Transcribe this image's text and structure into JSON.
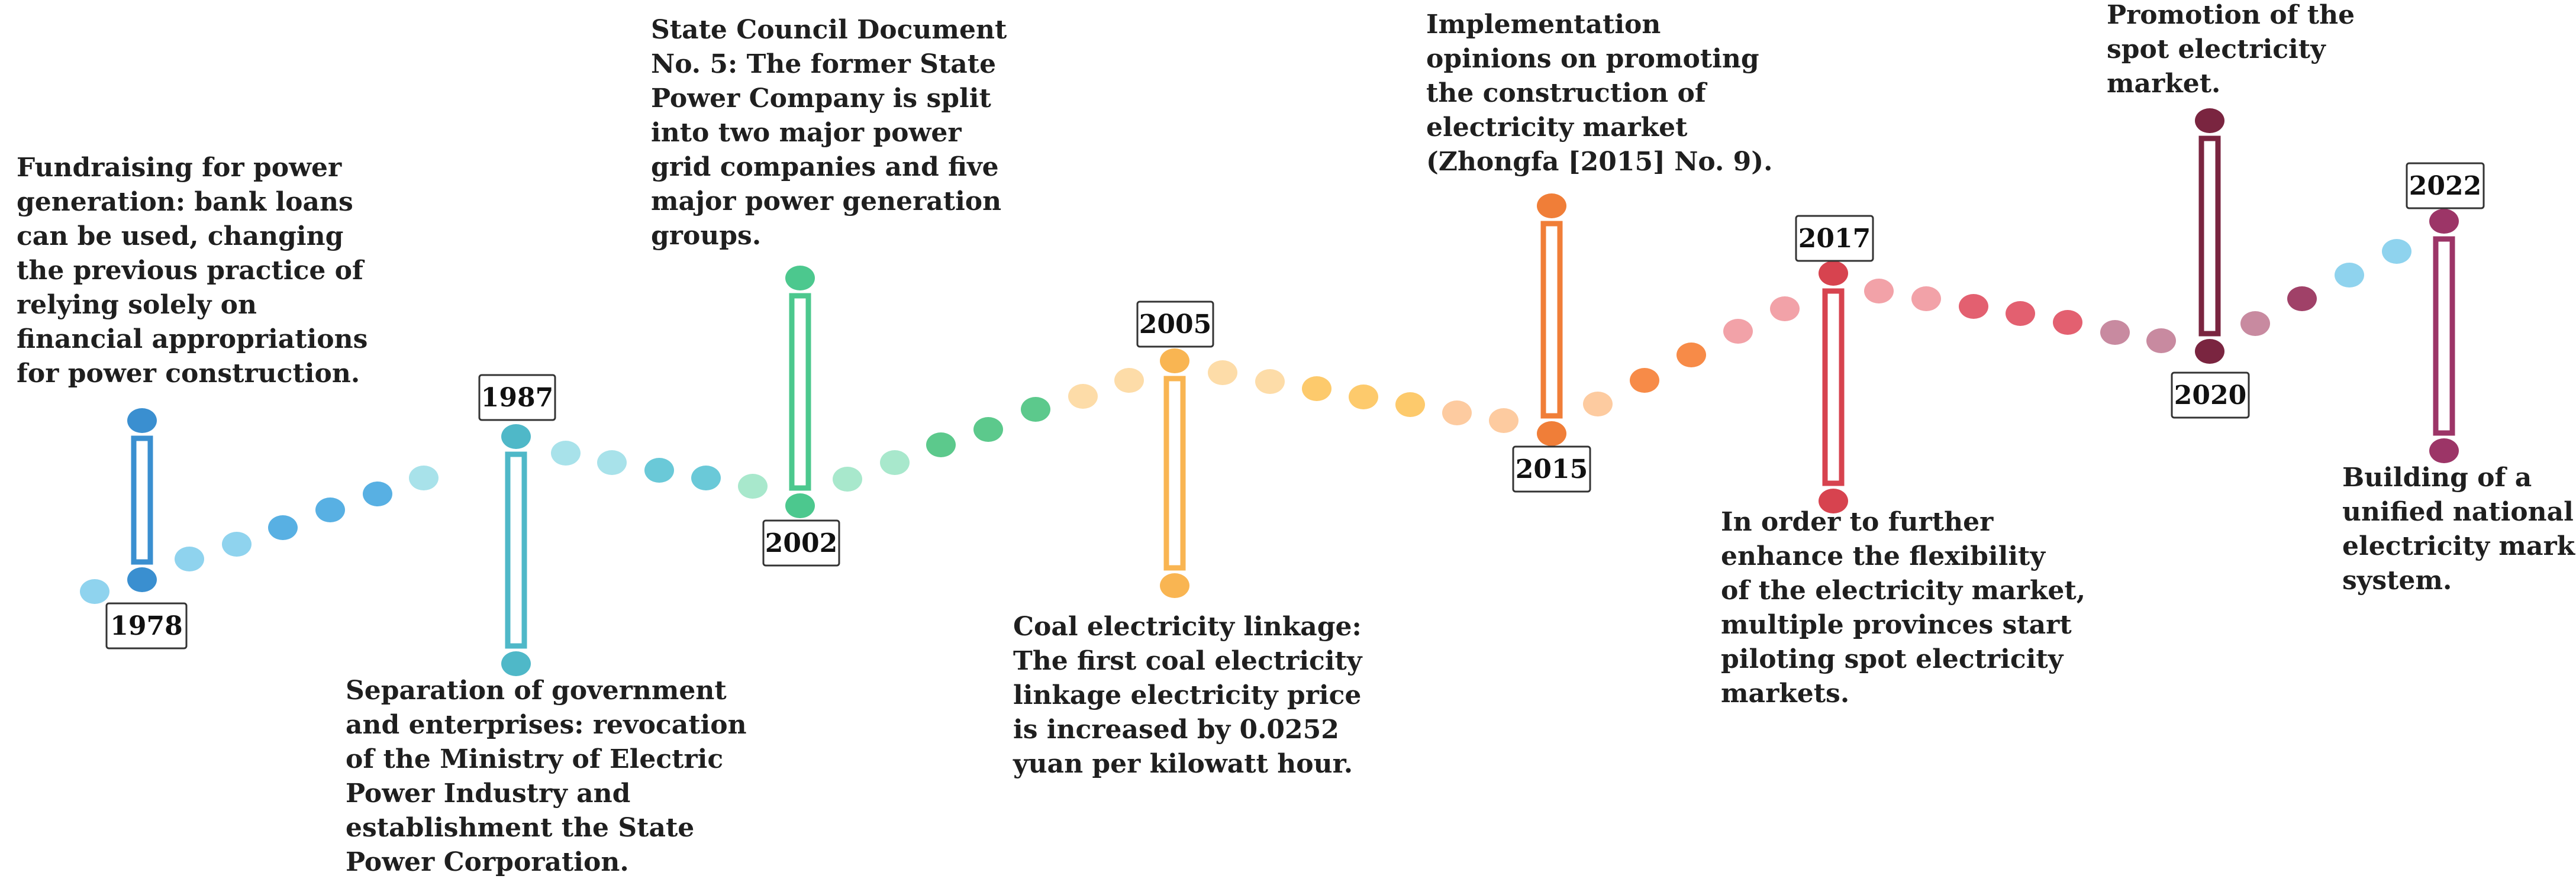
{
  "timeline": {
    "events": [
      {
        "year": "1978",
        "color": "#3a8fd0",
        "text_lines": [
          "Fundraising for power",
          "generation: bank loans",
          "can be used, changing",
          "the previous practice of",
          "relying solely on",
          "financial appropriations",
          "for power construction."
        ]
      },
      {
        "year": "1987",
        "color": "#4fb8c8",
        "text_lines": [
          "Separation of government",
          "and enterprises: revocation",
          "of the Ministry of Electric",
          "Power Industry and",
          "establishment the State",
          "Power Corporation."
        ]
      },
      {
        "year": "2002",
        "color": "#4cc88e",
        "text_lines": [
          "State Council Document",
          "No. 5: The former State",
          "Power Company is split",
          "into two major power",
          "grid companies and five",
          "major power generation",
          "groups."
        ]
      },
      {
        "year": "2005",
        "color": "#f9b552",
        "text_lines": [
          "Coal electricity linkage:",
          "The first coal electricity",
          "linkage electricity price",
          "is increased by 0.0252",
          "yuan per kilowatt hour."
        ]
      },
      {
        "year": "2015",
        "color": "#f07e38",
        "text_lines": [
          "Implementation",
          "opinions on promoting",
          "the construction of",
          "electricity market",
          "(Zhongfa [2015] No. 9)."
        ]
      },
      {
        "year": "2017",
        "color": "#d7434f",
        "text_lines": [
          "In order to further",
          "enhance the flexibility",
          "of the electricity market,",
          "multiple provinces start",
          "piloting spot electricity",
          "markets."
        ]
      },
      {
        "year": "2020",
        "color": "#7a2540",
        "text_lines": [
          "Promotion of the",
          "spot electricity",
          "market."
        ]
      },
      {
        "year": "2022",
        "color": "#9c3567",
        "text_lines": [
          "Building of a",
          "unified national",
          "electricity market",
          "system."
        ]
      }
    ],
    "path_dot_colors": [
      "#8fd3ee",
      "#8fd3ee",
      "#8fd3ee",
      "#58b0e3",
      "#58b0e3",
      "#58b0e3",
      "#a8e2ea",
      "#a8e2ea",
      "#a8e2ea",
      "#6ac9d8",
      "#6ac9d8",
      "#a8e8cc",
      "#a8e8cc",
      "#a8e8cc",
      "#5cc98c",
      "#5cc98c",
      "#5cc98c",
      "#fddca8",
      "#fddca8",
      "#fddca8",
      "#fddca8",
      "#fdca6c",
      "#fdca6c",
      "#fdca6c",
      "#fdcba0",
      "#fdcba0",
      "#fdcba0",
      "#f78b48",
      "#f78b48",
      "#f2a2a8",
      "#f2a2a8",
      "#f2a2a8",
      "#f2a2a8",
      "#e36070",
      "#e36070",
      "#e36070",
      "#c88aa0",
      "#c88aa0",
      "#c88aa0",
      "#a04168"
    ]
  }
}
